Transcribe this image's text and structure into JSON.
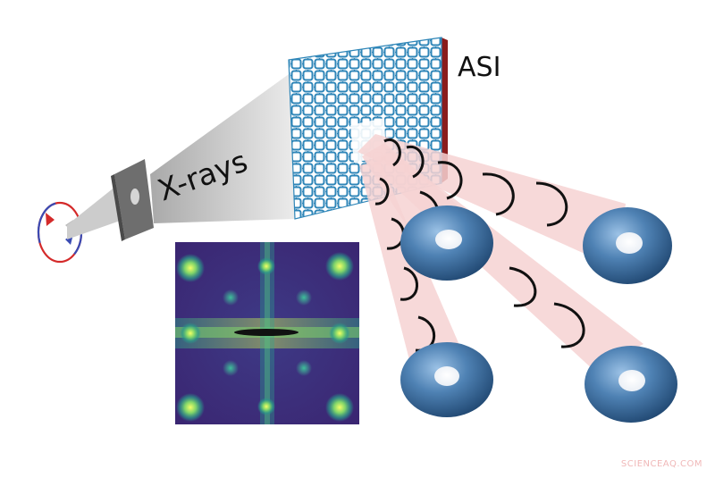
{
  "labels": {
    "sample": "ASI",
    "beam": "X-rays"
  },
  "watermark": "SCIENCEAQ.COM",
  "colors": {
    "lattice": "#2f86b8",
    "sample_edge": "#8a1c1c",
    "beam": "#d8d8d8",
    "scattered_beam": "#f6d2d2",
    "torus": "#3f74a6",
    "polarization_red": "#d42a2a",
    "polarization_blue": "#3a4bb3",
    "diffraction_bg": "#3b2a78",
    "diffraction_peak": "#dff04a",
    "watermark": "#f0b8b8"
  },
  "icons": {
    "source": "circular-polarization-icon",
    "aperture": "pinhole-aperture-icon",
    "sample": "artificial-spin-ice-lattice",
    "detector": "diffraction-pattern-image",
    "beams": "orbital-angular-momentum-torus-icon"
  }
}
